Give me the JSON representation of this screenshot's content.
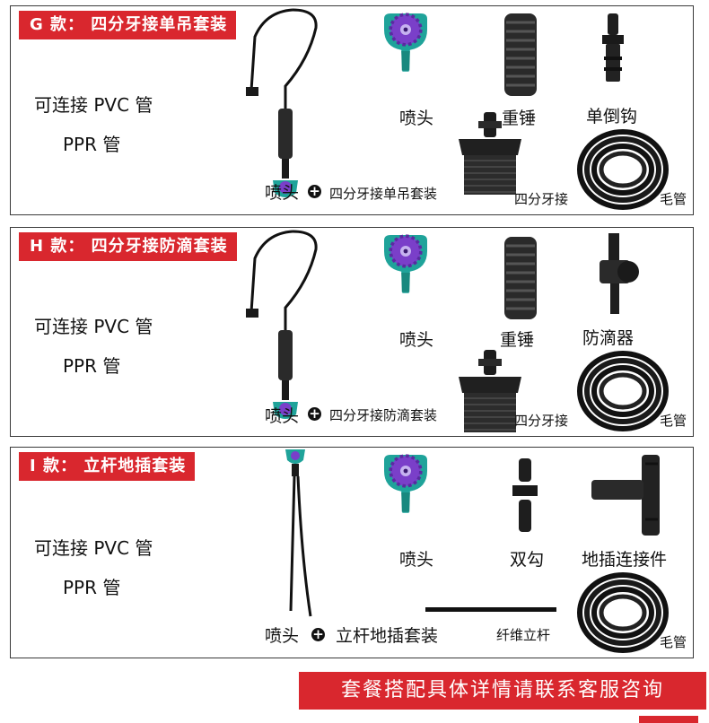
{
  "panels": [
    {
      "tag": "G 款： 四分牙接单吊套装",
      "connect_1": "可连接 PVC 管",
      "connect_2": "PPR 管",
      "label_nozzle": "喷头",
      "label_weight": "重锤",
      "label_part3": "单倒钩",
      "label_adapter": "四分牙接",
      "label_tube": "毛管",
      "combo_nozzle": "喷头",
      "combo_set": "四分牙接单吊套装"
    },
    {
      "tag": "H 款： 四分牙接防滴套装",
      "connect_1": "可连接 PVC 管",
      "connect_2": "PPR 管",
      "label_nozzle": "喷头",
      "label_weight": "重锤",
      "label_part3": "防滴器",
      "label_adapter": "四分牙接",
      "label_tube": "毛管",
      "combo_nozzle": "喷头",
      "combo_set": "四分牙接防滴套装"
    },
    {
      "tag": "I 款： 立杆地插套装",
      "connect_1": "可连接 PVC 管",
      "connect_2": "PPR 管",
      "label_nozzle": "喷头",
      "label_hook": "双勾",
      "label_part3": "地插连接件",
      "label_rod": "纤维立杆",
      "label_tube": "毛管",
      "combo_nozzle": "喷头",
      "combo_set": "立杆地插套装"
    }
  ],
  "footer": "套餐搭配具体详情请联系客服咨询",
  "colors": {
    "accent": "#d9272e",
    "nozzle_teal": "#1fa39a",
    "nozzle_purple": "#7a3fc9"
  }
}
